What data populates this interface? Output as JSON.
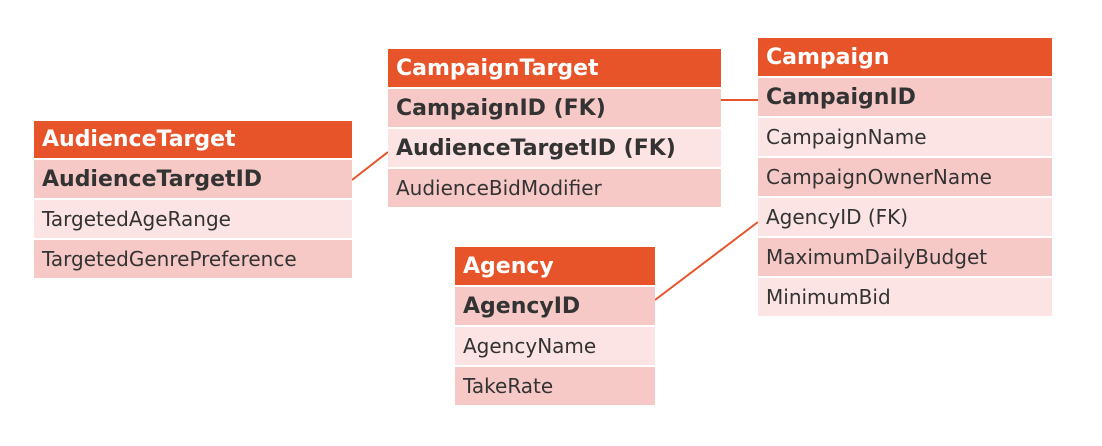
{
  "colors": {
    "header": "#e8542a",
    "row_dark": "#f6c9c6",
    "row_light": "#fbe4e3",
    "connector": "#e8542a"
  },
  "entities": {
    "audience_target": {
      "title": "AudienceTarget",
      "fields": [
        "AudienceTargetID",
        "TargetedAgeRange",
        "TargetedGenrePreference"
      ]
    },
    "campaign_target": {
      "title": "CampaignTarget",
      "fields": [
        "CampaignID (FK)",
        "AudienceTargetID (FK)",
        "AudienceBidModifier"
      ]
    },
    "campaign": {
      "title": "Campaign",
      "fields": [
        "CampaignID",
        "CampaignName",
        "CampaignOwnerName",
        "AgencyID (FK)",
        "MaximumDailyBudget",
        "MinimumBid"
      ]
    },
    "agency": {
      "title": "Agency",
      "fields": [
        "AgencyID",
        "AgencyName",
        "TakeRate"
      ]
    }
  }
}
